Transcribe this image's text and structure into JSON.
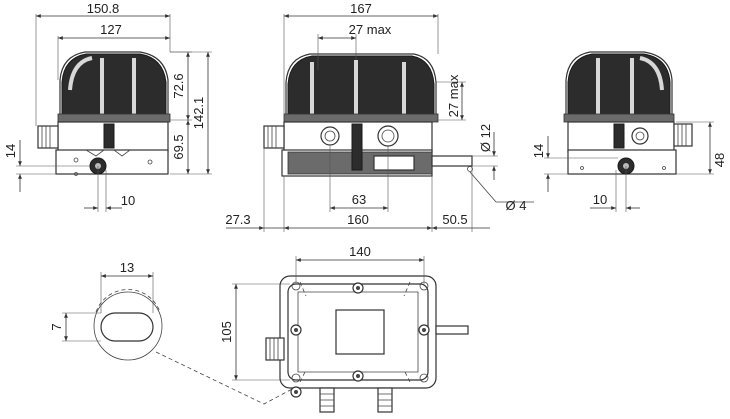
{
  "dimensions": {
    "left_view": {
      "overall_width": "150.8",
      "lid_width": "127",
      "lid_height": "72.6",
      "body_height": "69.5",
      "overall_height": "142.1",
      "shaft_height": "14",
      "shaft_offset": "10"
    },
    "front_view": {
      "overall_width": "167",
      "lever_max": "27 max",
      "vertical_max": "27 max",
      "shaft_diameter": "Ø 12",
      "pin_diameter": "Ø 4",
      "mount_spacing": "63",
      "left_offset": "27.3",
      "base_width": "160",
      "shaft_length": "50.5"
    },
    "right_view": {
      "shaft_height": "14",
      "shaft_offset": "10",
      "height": "48"
    },
    "slot_detail": {
      "width": "13",
      "height": "7"
    },
    "top_view": {
      "width": "140",
      "height": "105"
    }
  }
}
